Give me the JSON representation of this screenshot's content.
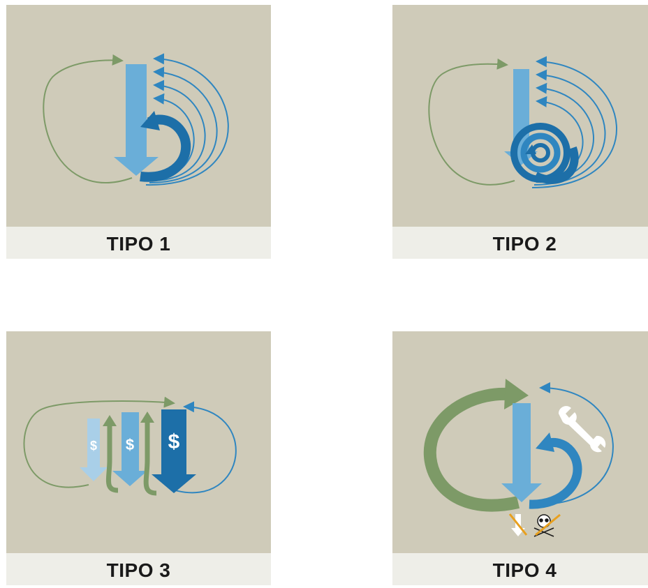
{
  "cards": [
    {
      "label": "TIPO 1"
    },
    {
      "label": "TIPO 2"
    },
    {
      "label": "TIPO 3"
    },
    {
      "label": "TIPO 4"
    }
  ],
  "symbols": {
    "currency": "$"
  },
  "colors": {
    "background": "#cfcbb9",
    "label_bar": "#eeeee8",
    "green": "#7d9a67",
    "light_blue": "#6aaed8",
    "mid_blue": "#2f86c0",
    "dark_blue": "#1d6fa8",
    "pale_blue": "#a9cfe8",
    "orange": "#e8a01e"
  },
  "icons": [
    "wrench-icon",
    "skull-crossbones-icon",
    "down-arrow-icon"
  ]
}
